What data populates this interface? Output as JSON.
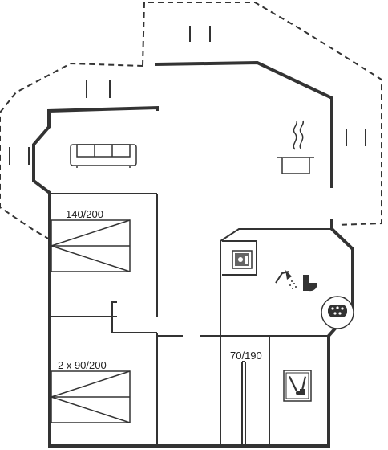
{
  "floor_plan": {
    "colors": {
      "wall": "#333333",
      "terrace_outline": "#333333",
      "furniture": "#333333",
      "background": "#ffffff"
    },
    "labels": {
      "double_bed": "140/200",
      "twin_beds": "2 x 90/200",
      "single_bed": "70/190"
    },
    "icons": [
      "sofa-icon",
      "cooking-pot-icon",
      "washing-machine-icon",
      "shower-icon",
      "toilet-icon",
      "whirlpool-icon",
      "sauna-icon"
    ]
  }
}
